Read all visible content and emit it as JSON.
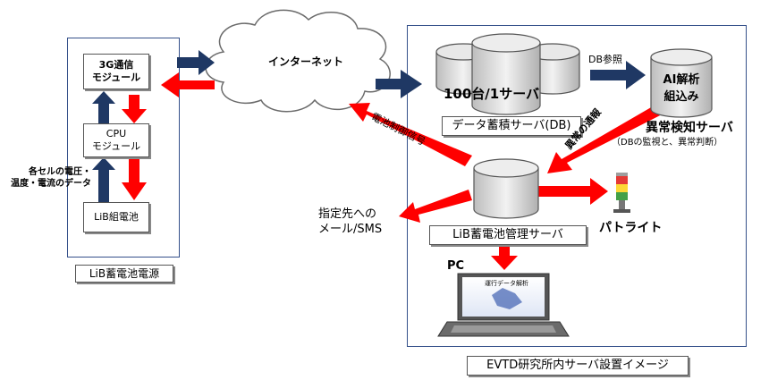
{
  "left_panel": {
    "module_3g": "3G通信\nモジュール",
    "cpu": "CPU\nモジュール",
    "battery": "LiB組電池",
    "data_label": "各セルの電圧・\n温度・電流のデータ",
    "caption": "LiB蓄電池電源"
  },
  "internet": {
    "label": "インターネット"
  },
  "server_area": {
    "db_count": "100台/1サーバ",
    "db_ref": "DB参照",
    "ai": "AI解析\n組込み",
    "accumulation_caption": "データ蓄積サーバ(DB)",
    "anomaly_title": "異常検知サーバ",
    "anomaly_sub": "（DBの監視と、異常判断）",
    "anomaly_notice": "異常の通報",
    "control_text": "電池制御信号",
    "management_caption": "LiB蓄電池管理サーバ",
    "patlite": "パトライト",
    "mail": "指定先への\nメール/SMS",
    "pc_label": "PC",
    "pc_screen": "運行データ解析",
    "caption": "EVTD研究所内サーバ設置イメージ"
  },
  "colors": {
    "red_arrow": "#ff0000",
    "blue_arrow": "#1f3864",
    "frame": "#34508a"
  }
}
